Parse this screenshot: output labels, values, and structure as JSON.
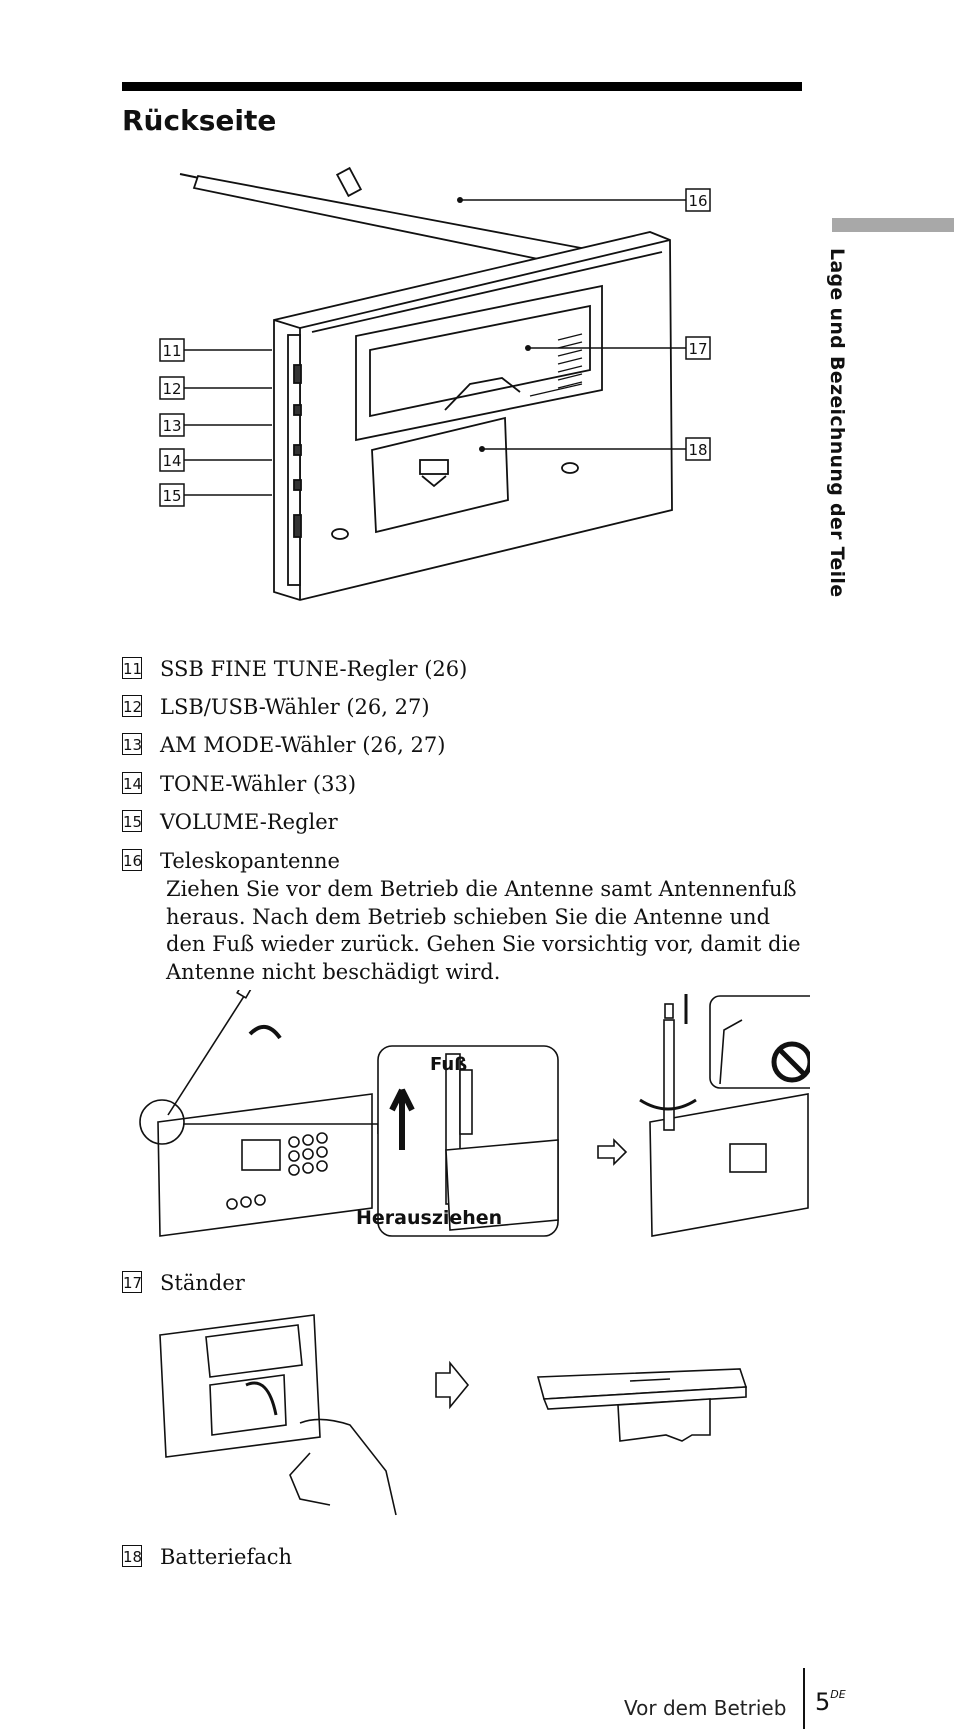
{
  "heading": "Rückseite",
  "side_label": "Lage und Bezeichnung der Teile",
  "figure1": {
    "callouts": [
      "11",
      "12",
      "13",
      "14",
      "15",
      "16",
      "17",
      "18"
    ]
  },
  "items": [
    {
      "num": "11",
      "text": "SSB FINE TUNE-Regler (26)"
    },
    {
      "num": "12",
      "text": "LSB/USB-Wähler (26, 27)"
    },
    {
      "num": "13",
      "text": "AM MODE-Wähler (26, 27)"
    },
    {
      "num": "14",
      "text": "TONE-Wähler (33)"
    },
    {
      "num": "15",
      "text": "VOLUME-Regler"
    },
    {
      "num": "16",
      "text": "Teleskopantenne"
    },
    {
      "num": "17",
      "text": "Ständer"
    },
    {
      "num": "18",
      "text": "Batteriefach"
    }
  ],
  "antenna_description": "Ziehen Sie vor dem Betrieb die Antenne samt Antennenfuß heraus. Nach dem Betrieb schieben Sie die Antenne und den Fuß wieder zurück. Gehen Sie vorsichtig vor, damit die Antenne nicht beschädigt wird.",
  "figure2": {
    "label_foot": "Fuß",
    "label_pull": "Herausziehen"
  },
  "footer": {
    "section": "Vor dem Betrieb",
    "page": "5",
    "page_suffix": "DE"
  }
}
